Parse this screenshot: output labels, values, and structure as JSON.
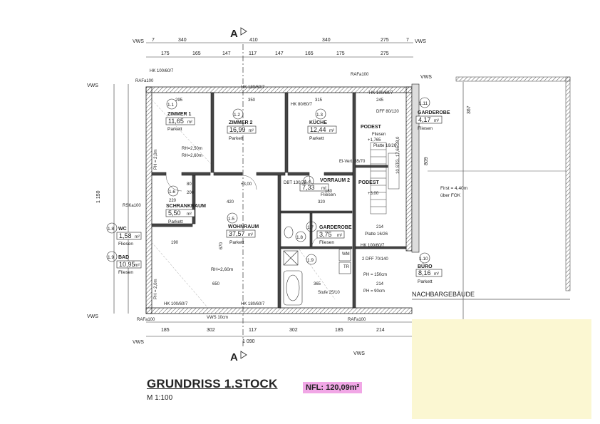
{
  "plan": {
    "title": "GRUNDRISS 1.STOCK",
    "scale": "M 1:100",
    "nfl": "NFL: 120,09m²",
    "section_marker": "A",
    "annex_label": "NACHBARGEBÄUDE",
    "first_note_1": "First = 4,40m",
    "first_note_2": "über FOK",
    "vws": "VWS",
    "top_dims_outer": [
      "7",
      "340",
      "410",
      "340",
      "275",
      "7"
    ],
    "top_dims_inner": [
      "175",
      "165",
      "147",
      "117",
      "147",
      "165",
      "175",
      "275"
    ],
    "bottom_dims_inner": [
      "185",
      "302",
      "117",
      "302",
      "185",
      "214"
    ],
    "bottom_dims_total": "1 090",
    "left_total": "1 150",
    "right_dims": [
      "367",
      "809"
    ],
    "tags": {
      "hk_top": "HK 100/60/7",
      "hk_mid": "HK 180/60/7",
      "hk_right": "HK 80/60/7",
      "hk_right2": "HK 100/60/7",
      "hk_bottom_left": "HK 100/60/7",
      "hk_bottom_mid": "HK 180/60/7",
      "hk_bottom_right": "HK 100/60/7",
      "raf_top_left": "RAFa100",
      "raf_top_right": "RAFa100",
      "raf_bottom_left": "RAFa100",
      "raf_bottom_right": "RAFa100",
      "rsk": "RSKa100",
      "vws_bottom": "VWS 10cm"
    },
    "rooms": [
      {
        "num": "1.1",
        "name": "ZIMMER 1",
        "area": "11,65",
        "floor": "Parkett"
      },
      {
        "num": "1.2",
        "name": "ZIMMER 2",
        "area": "16,99",
        "floor": "Parkett"
      },
      {
        "num": "1.3",
        "name": "KÜCHE",
        "area": "12,44",
        "floor": "Parkett"
      },
      {
        "num": "1.4",
        "name": "VORRAUM 2",
        "area": "7,33",
        "floor": "Fliesen"
      },
      {
        "num": "1.5",
        "name": "WOHNRAUM",
        "area": "37,57",
        "floor": "Parkett"
      },
      {
        "num": "1.6",
        "name": "SCHRANKRAUM",
        "area": "5,50",
        "floor": "Parkett"
      },
      {
        "num": "1.7",
        "name": "GARDEROBE",
        "area": "3,75",
        "floor": "Fliesen"
      },
      {
        "num": "1.8",
        "name": "WC",
        "area": "1,58",
        "floor": "Fliesen"
      },
      {
        "num": "1.9",
        "name": "BAD",
        "area": "10,95",
        "floor": "Fliesen"
      },
      {
        "num": "1.10",
        "name": "BÜRO",
        "area": "8,16",
        "floor": "Parkett"
      },
      {
        "num": "1.11",
        "name": "GARDEROBE",
        "area": "4,17",
        "floor": "Fliesen"
      }
    ],
    "unit": "m²",
    "podest": {
      "name": "PODEST",
      "floor": "Fliesen",
      "level": "+1,765",
      "platte": "Platte 16/26"
    },
    "podest2": {
      "name": "PODEST",
      "level": "+3,00"
    },
    "stg": "10 STG. 17,65/28,0",
    "level_wohnraum": "+3,00",
    "rh_wohnraum": "RH=2,60m",
    "rh_zimmer1a": "RH=2,50m",
    "rh_zimmer1b": "RH=2,60m",
    "pht": "PH = 2,0m",
    "dbt": "DBT 130/70",
    "el_vert": "El-Vert. 35/70",
    "dff_top": "DFF 80/120",
    "dff_bottom": "2 DFF 70/140",
    "ph150": "PH = 150cm",
    "ph90": "PH = 90cm",
    "stufe": "Stufe 25/10",
    "wm": "WM",
    "tr": "TR",
    "platte2": "Platte 16/26",
    "dim_420": "420",
    "dim_650": "650",
    "dim_670": "670",
    "dim_365": "365",
    "dim_320": "320",
    "dim_295": "295",
    "dim_350": "350",
    "dim_315": "315",
    "dim_245": "245",
    "dim_214": "214",
    "dim_190": "190",
    "dim_200": "200",
    "dim_220": "220",
    "dim_80": "80",
    "dim_180": "180"
  }
}
